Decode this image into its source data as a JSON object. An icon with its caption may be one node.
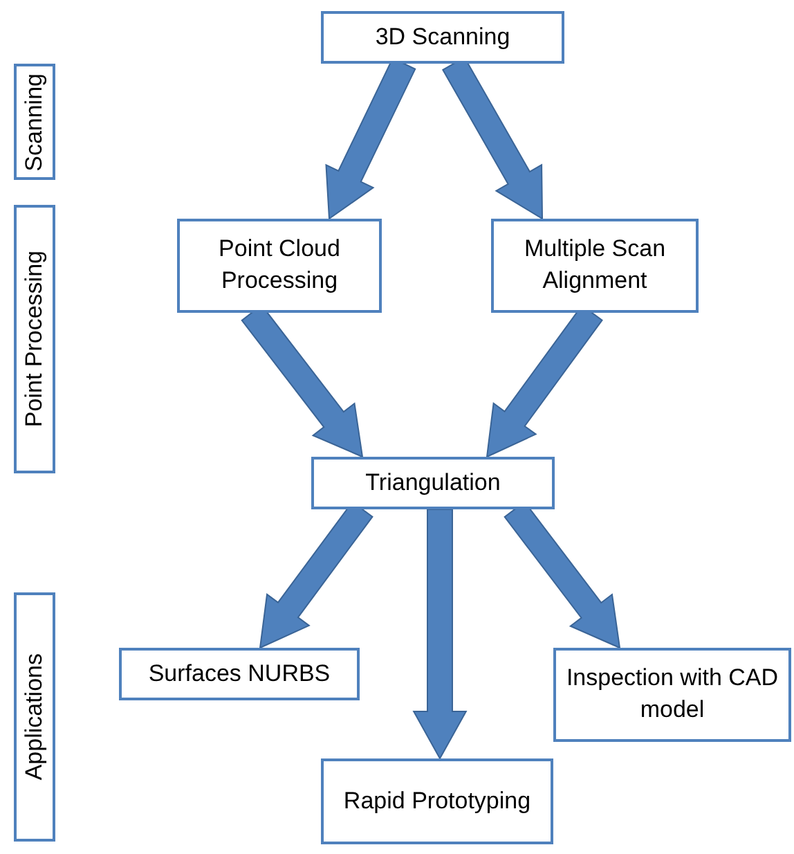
{
  "diagram": {
    "nodes": [
      {
        "text": [
          "Scanning"
        ]
      },
      {
        "text": [
          "Point Processing"
        ]
      },
      {
        "text": [
          "Applications"
        ]
      },
      {
        "text": [
          "3D Scanning"
        ]
      },
      {
        "text": [
          "Point Cloud Processing"
        ]
      },
      {
        "text": [
          "Multiple Scan Alignment"
        ]
      },
      {
        "text": [
          "Triangulation"
        ]
      },
      {
        "text": [
          "Surfaces NURBS"
        ]
      },
      {
        "text": [
          "Inspection with CAD model"
        ]
      },
      {
        "text": [
          "Rapid Prototyping"
        ]
      }
    ],
    "edges": [
      {
        "from": 3,
        "to": 4,
        "arrow": "to",
        "style": "thick"
      },
      {
        "from": 3,
        "to": 5,
        "arrow": "to",
        "style": "thick"
      },
      {
        "from": 4,
        "to": 6,
        "arrow": "to",
        "style": "thick"
      },
      {
        "from": 5,
        "to": 6,
        "arrow": "to",
        "style": "thick"
      },
      {
        "from": 6,
        "to": 7,
        "arrow": "to",
        "style": "thick"
      },
      {
        "from": 6,
        "to": 9,
        "arrow": "to",
        "style": "thick"
      },
      {
        "from": 6,
        "to": 8,
        "arrow": "to",
        "style": "thick"
      }
    ]
  }
}
